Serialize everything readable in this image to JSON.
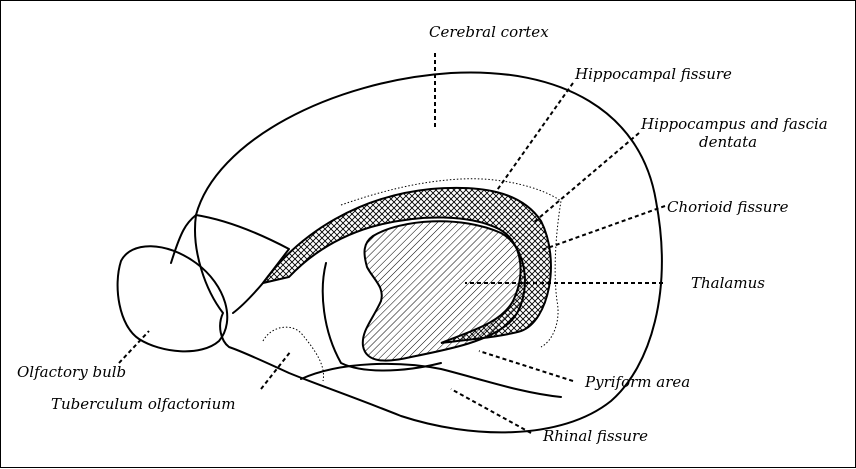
{
  "labels": {
    "cerebral_cortex": "Cerebral cortex",
    "hippocampal_fissure": "Hippocampal fissure",
    "hippocampus_line1": "Hippocampus and fascia",
    "hippocampus_line2": "dentata",
    "chorioid_fissure": "Chorioid fissure",
    "thalamus": "Thalamus",
    "pyriform_area": "Pyriform area",
    "rhinal_fissure": "Rhinal fissure",
    "olfactory_bulb": "Olfactory bulb",
    "tuberculum_olfactorium": "Tuberculum olfactorium"
  }
}
